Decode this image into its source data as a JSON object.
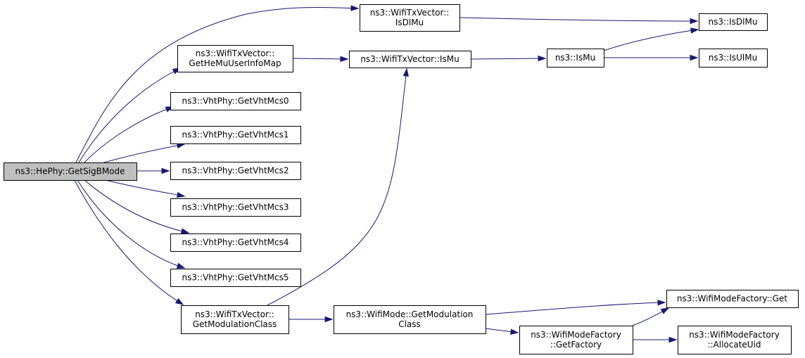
{
  "diagram": {
    "type": "call-graph",
    "colors": {
      "edge": "#191970",
      "root_fill": "#bfbfbf",
      "node_fill": "#ffffff",
      "node_border": "#000000"
    },
    "nodes": [
      {
        "id": "root",
        "lines": [
          "ns3::HePhy::GetSigBMode"
        ],
        "root": true
      },
      {
        "id": "isdlmu_vec",
        "lines": [
          "ns3::WifiTxVector::",
          "IsDlMu"
        ]
      },
      {
        "id": "isdlmu",
        "lines": [
          "ns3::IsDlMu"
        ]
      },
      {
        "id": "getheinfo",
        "lines": [
          "ns3::WifiTxVector::",
          "GetHeMuUserInfoMap"
        ]
      },
      {
        "id": "ismu_vec",
        "lines": [
          "ns3::WifiTxVector::IsMu"
        ]
      },
      {
        "id": "ismu",
        "lines": [
          "ns3::IsMu"
        ]
      },
      {
        "id": "isulmu",
        "lines": [
          "ns3::IsUlMu"
        ]
      },
      {
        "id": "vht0",
        "lines": [
          "ns3::VhtPhy::GetVhtMcs0"
        ]
      },
      {
        "id": "vht1",
        "lines": [
          "ns3::VhtPhy::GetVhtMcs1"
        ]
      },
      {
        "id": "vht2",
        "lines": [
          "ns3::VhtPhy::GetVhtMcs2"
        ]
      },
      {
        "id": "vht3",
        "lines": [
          "ns3::VhtPhy::GetVhtMcs3"
        ]
      },
      {
        "id": "vht4",
        "lines": [
          "ns3::VhtPhy::GetVhtMcs4"
        ]
      },
      {
        "id": "vht5",
        "lines": [
          "ns3::VhtPhy::GetVhtMcs5"
        ]
      },
      {
        "id": "getmodclass_vec",
        "lines": [
          "ns3::WifiTxVector::",
          "GetModulationClass"
        ]
      },
      {
        "id": "getmodclass_mode",
        "lines": [
          "ns3::WifiMode::GetModulation",
          "Class"
        ]
      },
      {
        "id": "factory_get",
        "lines": [
          "ns3::WifiModeFactory::Get"
        ]
      },
      {
        "id": "factory_getfactory",
        "lines": [
          "ns3::WifiModeFactory",
          "::GetFactory"
        ]
      },
      {
        "id": "factory_alloc",
        "lines": [
          "ns3::WifiModeFactory",
          "::AllocateUid"
        ]
      }
    ],
    "edges": [
      {
        "from": "root",
        "to": "isdlmu_vec"
      },
      {
        "from": "root",
        "to": "getheinfo"
      },
      {
        "from": "root",
        "to": "vht0"
      },
      {
        "from": "root",
        "to": "vht1"
      },
      {
        "from": "root",
        "to": "vht2"
      },
      {
        "from": "root",
        "to": "vht3"
      },
      {
        "from": "root",
        "to": "vht4"
      },
      {
        "from": "root",
        "to": "vht5"
      },
      {
        "from": "root",
        "to": "getmodclass_vec"
      },
      {
        "from": "isdlmu_vec",
        "to": "isdlmu"
      },
      {
        "from": "getheinfo",
        "to": "ismu_vec"
      },
      {
        "from": "ismu_vec",
        "to": "ismu"
      },
      {
        "from": "ismu",
        "to": "isdlmu"
      },
      {
        "from": "ismu",
        "to": "isulmu"
      },
      {
        "from": "getmodclass_vec",
        "to": "ismu_vec"
      },
      {
        "from": "getmodclass_vec",
        "to": "getmodclass_mode"
      },
      {
        "from": "getmodclass_mode",
        "to": "factory_get"
      },
      {
        "from": "getmodclass_mode",
        "to": "factory_getfactory"
      },
      {
        "from": "factory_getfactory",
        "to": "factory_get"
      },
      {
        "from": "factory_getfactory",
        "to": "factory_alloc"
      }
    ]
  }
}
